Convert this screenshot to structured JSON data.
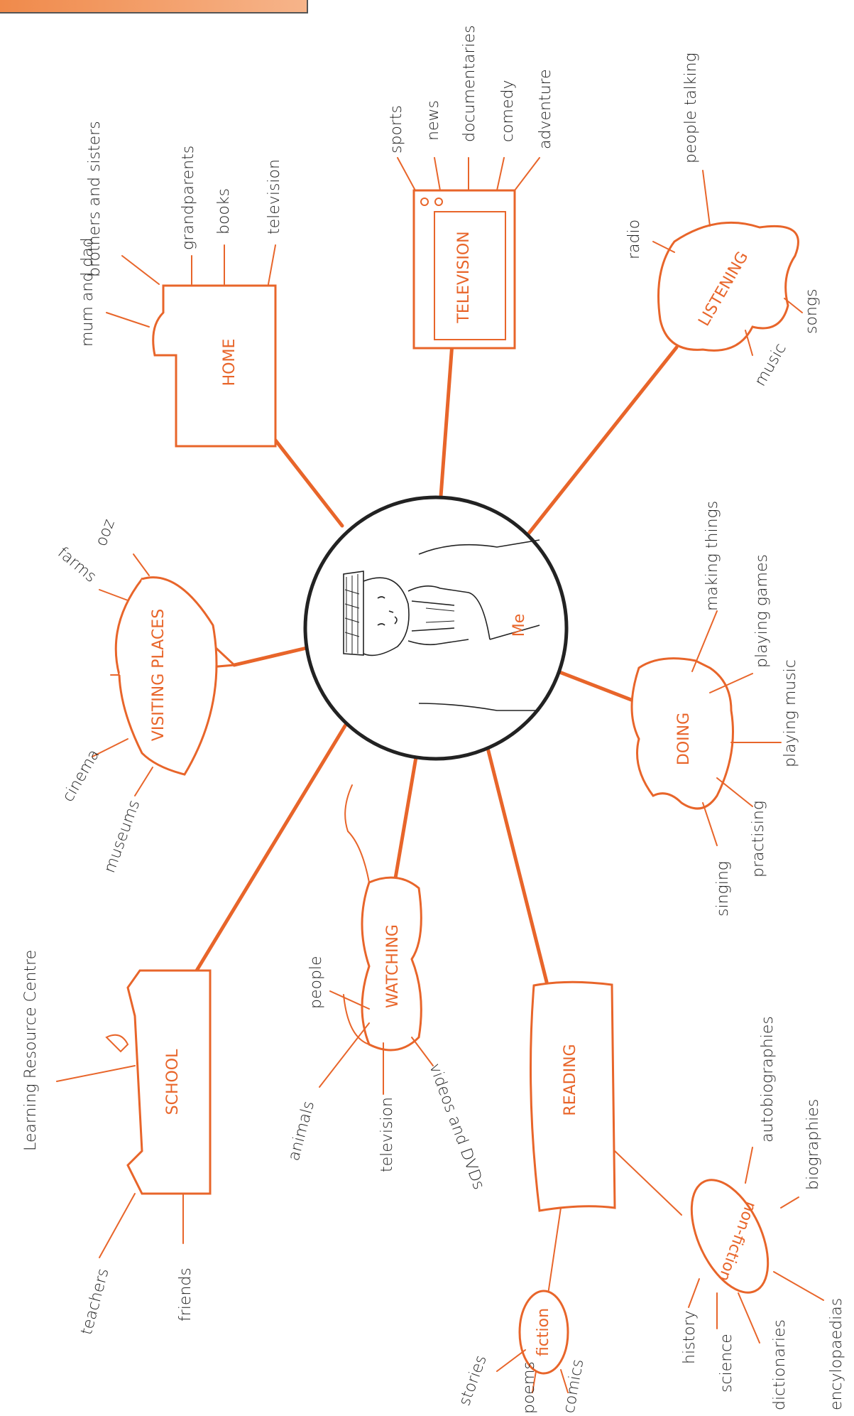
{
  "center": {
    "label": "Me"
  },
  "branches": {
    "home": {
      "title": "HOME",
      "items": [
        "mum and dad",
        "brothers and sisters",
        "grandparents",
        "books",
        "television"
      ]
    },
    "television": {
      "title": "TELEVISION",
      "items": [
        "sports",
        "news",
        "documentaries",
        "comedy",
        "adventure"
      ]
    },
    "listening": {
      "title": "LISTENING",
      "items": [
        "radio",
        "people talking",
        "songs",
        "music"
      ]
    },
    "doing": {
      "title": "DOING",
      "items": [
        "making things",
        "playing games",
        "playing music",
        "practising",
        "singing"
      ]
    },
    "reading": {
      "title": "READING",
      "fiction": {
        "title": "fiction",
        "items": [
          "stories",
          "poems",
          "comics"
        ]
      },
      "nonfiction": {
        "title": "non-fiction",
        "items": [
          "autobiographies",
          "biographies",
          "encylopaedias",
          "dictionaries",
          "science",
          "history"
        ]
      }
    },
    "watching": {
      "title": "WATCHING",
      "items": [
        "people",
        "animals",
        "television",
        "videos and DVDs"
      ]
    },
    "school": {
      "title": "SCHOOL",
      "items": [
        "Learning Resource Centre",
        "teachers",
        "friends"
      ]
    },
    "visiting": {
      "title": "VISITING PLACES",
      "items": [
        "zoo",
        "farms",
        "cinema",
        "museums"
      ]
    }
  }
}
